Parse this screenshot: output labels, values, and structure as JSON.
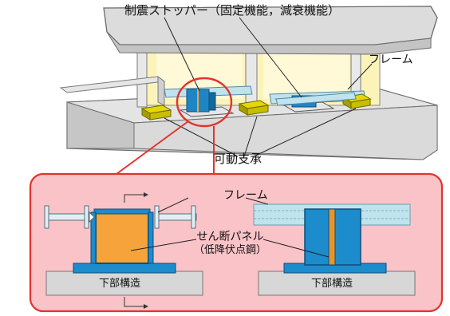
{
  "labels": {
    "title": "制震ストッパー（固定機能，減衰機能）",
    "frame_top": "フレーム",
    "bearing": "可動支承",
    "frame_detail": "フレーム",
    "panel_line1": "せん断パネル",
    "panel_line2": "（低降伏点鋼）",
    "substructure_left": "下部構造",
    "substructure_right": "下部構造"
  },
  "colors": {
    "deck": "#dcdcdc",
    "deck_edge": "#7a7a7a",
    "girder_back": "#fbf3b8",
    "girder_glow": "#fff9d8",
    "pier": "#d3d3d3",
    "bearing": "#e5d800",
    "stopper": "#1f86c6",
    "frame": "#bfe3ef",
    "detail_bg": "#f9c3c8",
    "detail_border": "#e2332c",
    "panel_orange": "#f5a33a",
    "panel_blue": "#1c8ccc",
    "panel_strip": "#e8932c",
    "frame_light": "#bfe4ee",
    "base": "#d7d7d7"
  }
}
